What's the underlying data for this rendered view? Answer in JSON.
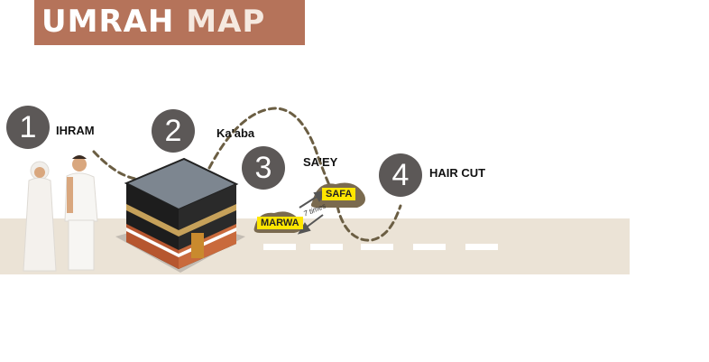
{
  "title": {
    "main": "UMRAH",
    "accent": "MAP"
  },
  "steps": [
    {
      "number": "1",
      "label": "IHRAM"
    },
    {
      "number": "2",
      "label": "Ka'aba"
    },
    {
      "number": "3",
      "label": "SA’EY"
    },
    {
      "number": "4",
      "label": "HAIR CUT"
    }
  ],
  "hills": {
    "safa": "SAFA",
    "marwa": "MARWA",
    "times": "7 times"
  },
  "colors": {
    "banner": "#b5735a",
    "circle": "#5c5857",
    "tag": "#ffe600",
    "road": "#ebe3d6",
    "path": "#6b5e43"
  }
}
